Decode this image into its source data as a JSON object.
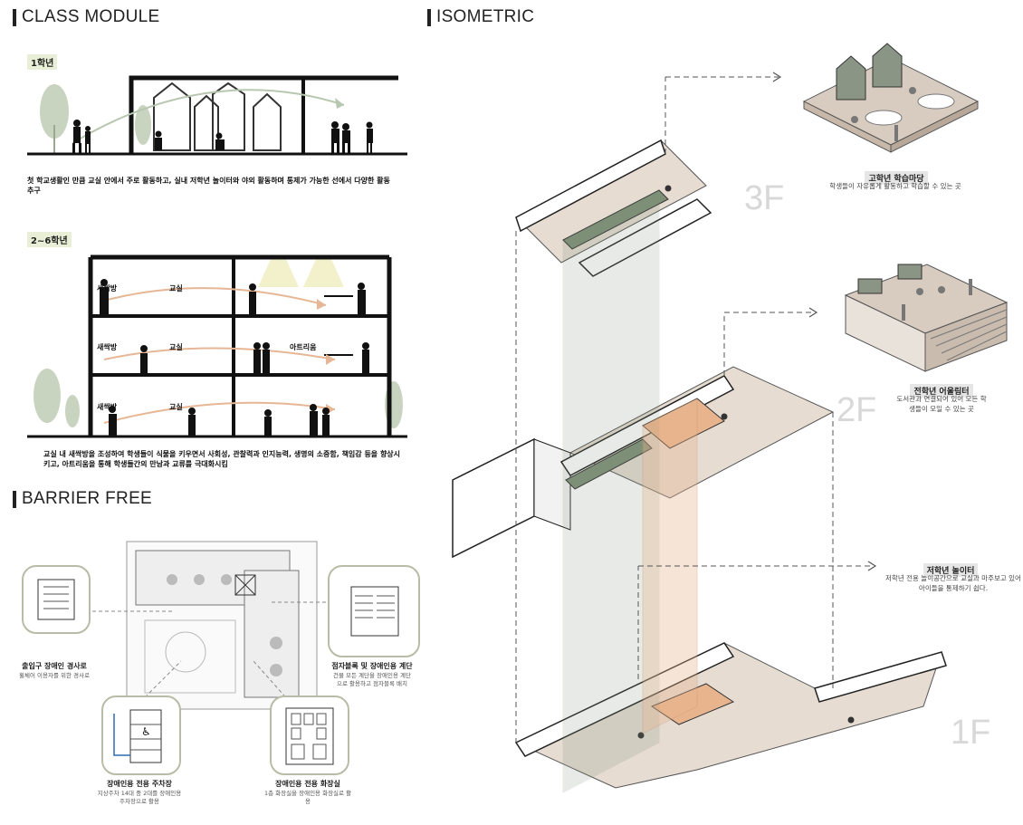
{
  "class_module": {
    "title": "CLASS MODULE",
    "grade1": {
      "label": "1학년",
      "caption": "첫 학교생활인 만큼 교실 안에서 주로 활동하고, 실내 저학년 놀이터와 야외 활동하며 통제가 가능한 선에서 다양한 활동 추구"
    },
    "grade2_6": {
      "label": "2~6학년",
      "room_labels": [
        "새싹방",
        "교실",
        "새싹방",
        "교실",
        "아트리움",
        "새싹방",
        "교실"
      ],
      "caption": "교실 내 새싹방을 조성하여 학생들이 식물을 키우면서 사회성, 관찰력과 인지능력, 생명의 소중함, 책임감 등을 향상시키고, 아트리움을 통해 학생들간의 만남과 교류를 극대화시킴"
    }
  },
  "barrier_free": {
    "title": "BARRIER FREE",
    "items": [
      {
        "title": "출입구 장애인 경사로",
        "desc": "휠체어 이용자를 위한 경사로"
      },
      {
        "title": "점자블록 및 장애인용 계단",
        "desc": "건물 모든 계단을 장애인용 계단으로 활용하고 점자블록 배치"
      },
      {
        "title": "장애인용 전용 주차장",
        "desc": "지상주차 14대 중 2대를 장애인용 주차장으로 활용"
      },
      {
        "title": "장애인용 전용 화장실",
        "desc": "1층 화장실을 장애인용 화장실로 활용"
      }
    ]
  },
  "isometric": {
    "title": "ISOMETRIC",
    "floors": [
      "3F",
      "2F",
      "1F"
    ],
    "annotations": [
      {
        "title": "고학년 학습마당",
        "desc": "학생들이 자유롭게 활동하고 학습할 수 있는 곳"
      },
      {
        "title": "전학년 어울림터",
        "desc": "도서관과 연결되어 있어 모든 학생들이 모일 수 있는 곳"
      },
      {
        "title": "저학년 놀이터",
        "desc": "저학년 전용 놀이공간으로 교실과 마주보고 있어 아이들을 통제하기 쉽다."
      }
    ]
  },
  "colors": {
    "green": "#7e8f78",
    "orange": "#e8b48e",
    "beige": "#d8cbbf",
    "sage": "#b9bba6",
    "tree": "#c9d4c0"
  }
}
